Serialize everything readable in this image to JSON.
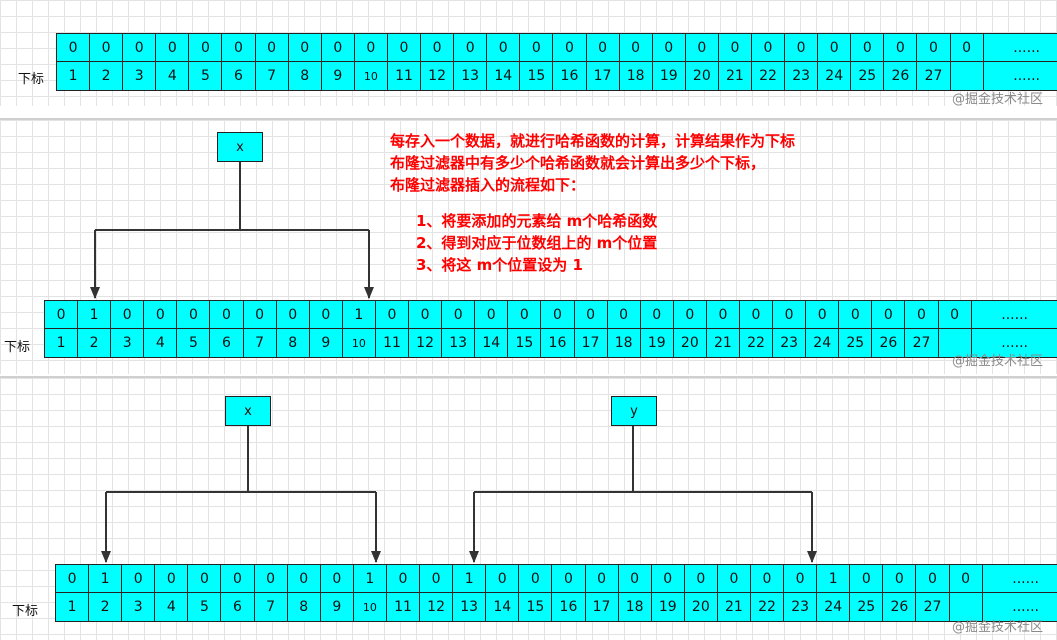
{
  "arrays": [
    {
      "values": [
        "0",
        "0",
        "0",
        "0",
        "0",
        "0",
        "0",
        "0",
        "0",
        "0",
        "0",
        "0",
        "0",
        "0",
        "0",
        "0",
        "0",
        "0",
        "0",
        "0",
        "0",
        "0",
        "0",
        "0",
        "0",
        "0",
        "0",
        "0",
        "......"
      ],
      "indices": [
        "1",
        "2",
        "3",
        "4",
        "5",
        "6",
        "7",
        "8",
        "9",
        "10",
        "11",
        "12",
        "13",
        "14",
        "15",
        "16",
        "17",
        "18",
        "19",
        "20",
        "21",
        "22",
        "23",
        "24",
        "25",
        "26",
        "27",
        "",
        "......"
      ],
      "row_label": "下标"
    },
    {
      "values": [
        "0",
        "1",
        "0",
        "0",
        "0",
        "0",
        "0",
        "0",
        "0",
        "1",
        "0",
        "0",
        "0",
        "0",
        "0",
        "0",
        "0",
        "0",
        "0",
        "0",
        "0",
        "0",
        "0",
        "0",
        "0",
        "0",
        "0",
        "0",
        "......"
      ],
      "indices": [
        "1",
        "2",
        "3",
        "4",
        "5",
        "6",
        "7",
        "8",
        "9",
        "10",
        "11",
        "12",
        "13",
        "14",
        "15",
        "16",
        "17",
        "18",
        "19",
        "20",
        "21",
        "22",
        "23",
        "24",
        "25",
        "26",
        "27",
        "",
        "......"
      ],
      "row_label": "下标"
    },
    {
      "values": [
        "0",
        "1",
        "0",
        "0",
        "0",
        "0",
        "0",
        "0",
        "0",
        "1",
        "0",
        "0",
        "1",
        "0",
        "0",
        "0",
        "0",
        "0",
        "0",
        "0",
        "0",
        "0",
        "0",
        "1",
        "0",
        "0",
        "0",
        "0",
        "......"
      ],
      "indices": [
        "1",
        "2",
        "3",
        "4",
        "5",
        "6",
        "7",
        "8",
        "9",
        "10",
        "11",
        "12",
        "13",
        "14",
        "15",
        "16",
        "17",
        "18",
        "19",
        "20",
        "21",
        "22",
        "23",
        "24",
        "25",
        "26",
        "27",
        "",
        "......"
      ],
      "row_label": "下标"
    }
  ],
  "variables": {
    "p2_x": "x",
    "p3_x": "x",
    "p3_y": "y"
  },
  "note": {
    "line1": "每存入一个数据，就进行哈希函数的计算，计算结果作为下标",
    "line2": "布隆过滤器中有多少个哈希函数就会计算出多少个下标，",
    "line3": "布隆过滤器插入的流程如下：",
    "step1": "1、将要添加的元素给 m个哈希函数",
    "step2": "2、得到对应于位数组上的 m个位置",
    "step3": "3、将这 m个位置设为 1"
  },
  "watermark": "@掘金技术社区",
  "colors": {
    "cell_fill": "#00ffff",
    "note_text": "#ff0000",
    "arrow": "#333333"
  }
}
